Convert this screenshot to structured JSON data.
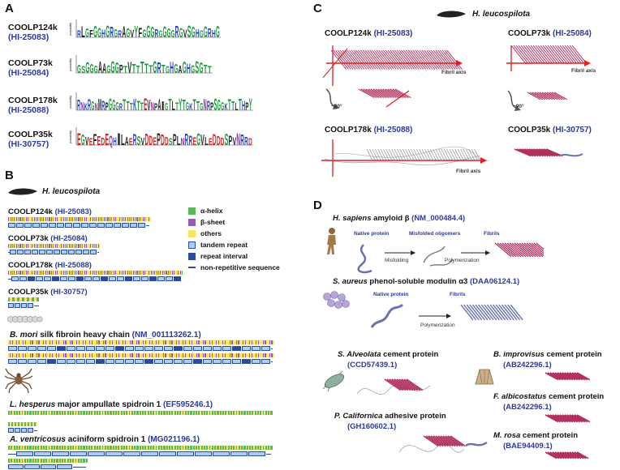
{
  "panels": {
    "a": {
      "letter": "A",
      "rows": [
        {
          "name": "COOLP124k",
          "id": "(HI-25083)",
          "sequence": "RLGFGGHGRGRAGVYFGGGRGGGGRGVSGHGGRHG"
        },
        {
          "name": "COOLP73k",
          "id": "(HI-25084)",
          "sequence": "GSGGGAAGGGPTVTTTTTGRTGHGAGHGSGTT"
        },
        {
          "name": "COOLP178k",
          "id": "(HI-25088)",
          "sequence": "RNKRGNMRPGGGRTTTKTTEVNPAIGTLTYTGKTTGNRPSGGKTTLTHPY"
        },
        {
          "name": "COOLP35k",
          "id": "(HI-30757)",
          "sequence": "EGVEFEDEQHILAERSVDDEPDDSPLNRREGVLEDDDSPVNRRD"
        }
      ],
      "ylabel": "probability"
    },
    "b": {
      "letter": "B",
      "organism": "H. leucospilota",
      "proteins": [
        {
          "name": "COOLP124k",
          "id": "(HI-25083)"
        },
        {
          "name": "COOLP73k",
          "id": "(HI-25084)"
        },
        {
          "name": "COOLP178k",
          "id": "(HI-25088)"
        },
        {
          "name": "COOLP35k",
          "id": "(HI-30757)"
        }
      ],
      "legend": [
        "α-helix",
        "β-sheet",
        "others",
        "tandem repeat",
        "repeat interval",
        "non-repetitive sequence"
      ],
      "others": [
        {
          "species": "B. mori",
          "desc": " silk fibroin heavy chain ",
          "id": "(NM_001113262.1)"
        },
        {
          "species": "L. hesperus",
          "desc": " major ampullate spidroin 1 ",
          "id": "(EF595246.1)"
        },
        {
          "species": "A. ventricosus",
          "desc": " aciniform spidroin 1 ",
          "id": "(MG021196.1)"
        }
      ]
    },
    "c": {
      "letter": "C",
      "organism": "H. leucospilota",
      "structures": [
        {
          "name": "COOLP124k",
          "id": "(HI-25083)"
        },
        {
          "name": "COOLP73k",
          "id": "(HI-25084)"
        },
        {
          "name": "COOLP178k",
          "id": "(HI-25088)"
        },
        {
          "name": "COOLP35k",
          "id": "(HI-30757)"
        }
      ],
      "axis_label": "Fibril axis",
      "rot_neg": "~90°",
      "rot_neg2": "~90°"
    },
    "d": {
      "letter": "D",
      "amyloid": {
        "species": "H. sapiens",
        "desc": " amyloid β ",
        "id": "(NM_000484.4)",
        "stage1": "Native protein",
        "stage2": "Misfolded oligomers",
        "stage3": "Fibrils",
        "step1": "Misfolding",
        "step2": "Polymerization"
      },
      "psm": {
        "species": "S. aureus",
        "desc": " phenol-soluble modulin α3 ",
        "id": "(DAA06124.1)",
        "stage1": "Native protein",
        "stage2": "Fibrils",
        "step": "Polymerization"
      },
      "cement": [
        {
          "species": "S. Alveolata",
          "desc": "  cement protein",
          "id": "(CCD57439.1)"
        },
        {
          "species": "B. improvisus",
          "desc": " cement protein",
          "id": "(AB242296.1)"
        },
        {
          "species": "F. albicostatus",
          "desc": " cement protein",
          "id": "(AB242296.1)"
        },
        {
          "species": "P. Californica",
          "desc": " adhesive protein",
          "id": "(GH160602.1)"
        },
        {
          "species": "M. rosa",
          "desc": " cement protein",
          "id": "(BAE94409.1)"
        }
      ]
    }
  },
  "colors": {
    "helix": "#5cb85c",
    "sheet": "#9b59b6",
    "others": "#f5e663",
    "repeat": "#a8d0f0",
    "interval": "#2c4a9e",
    "accent": "#2b3a9e",
    "arrow": "#e02020"
  }
}
